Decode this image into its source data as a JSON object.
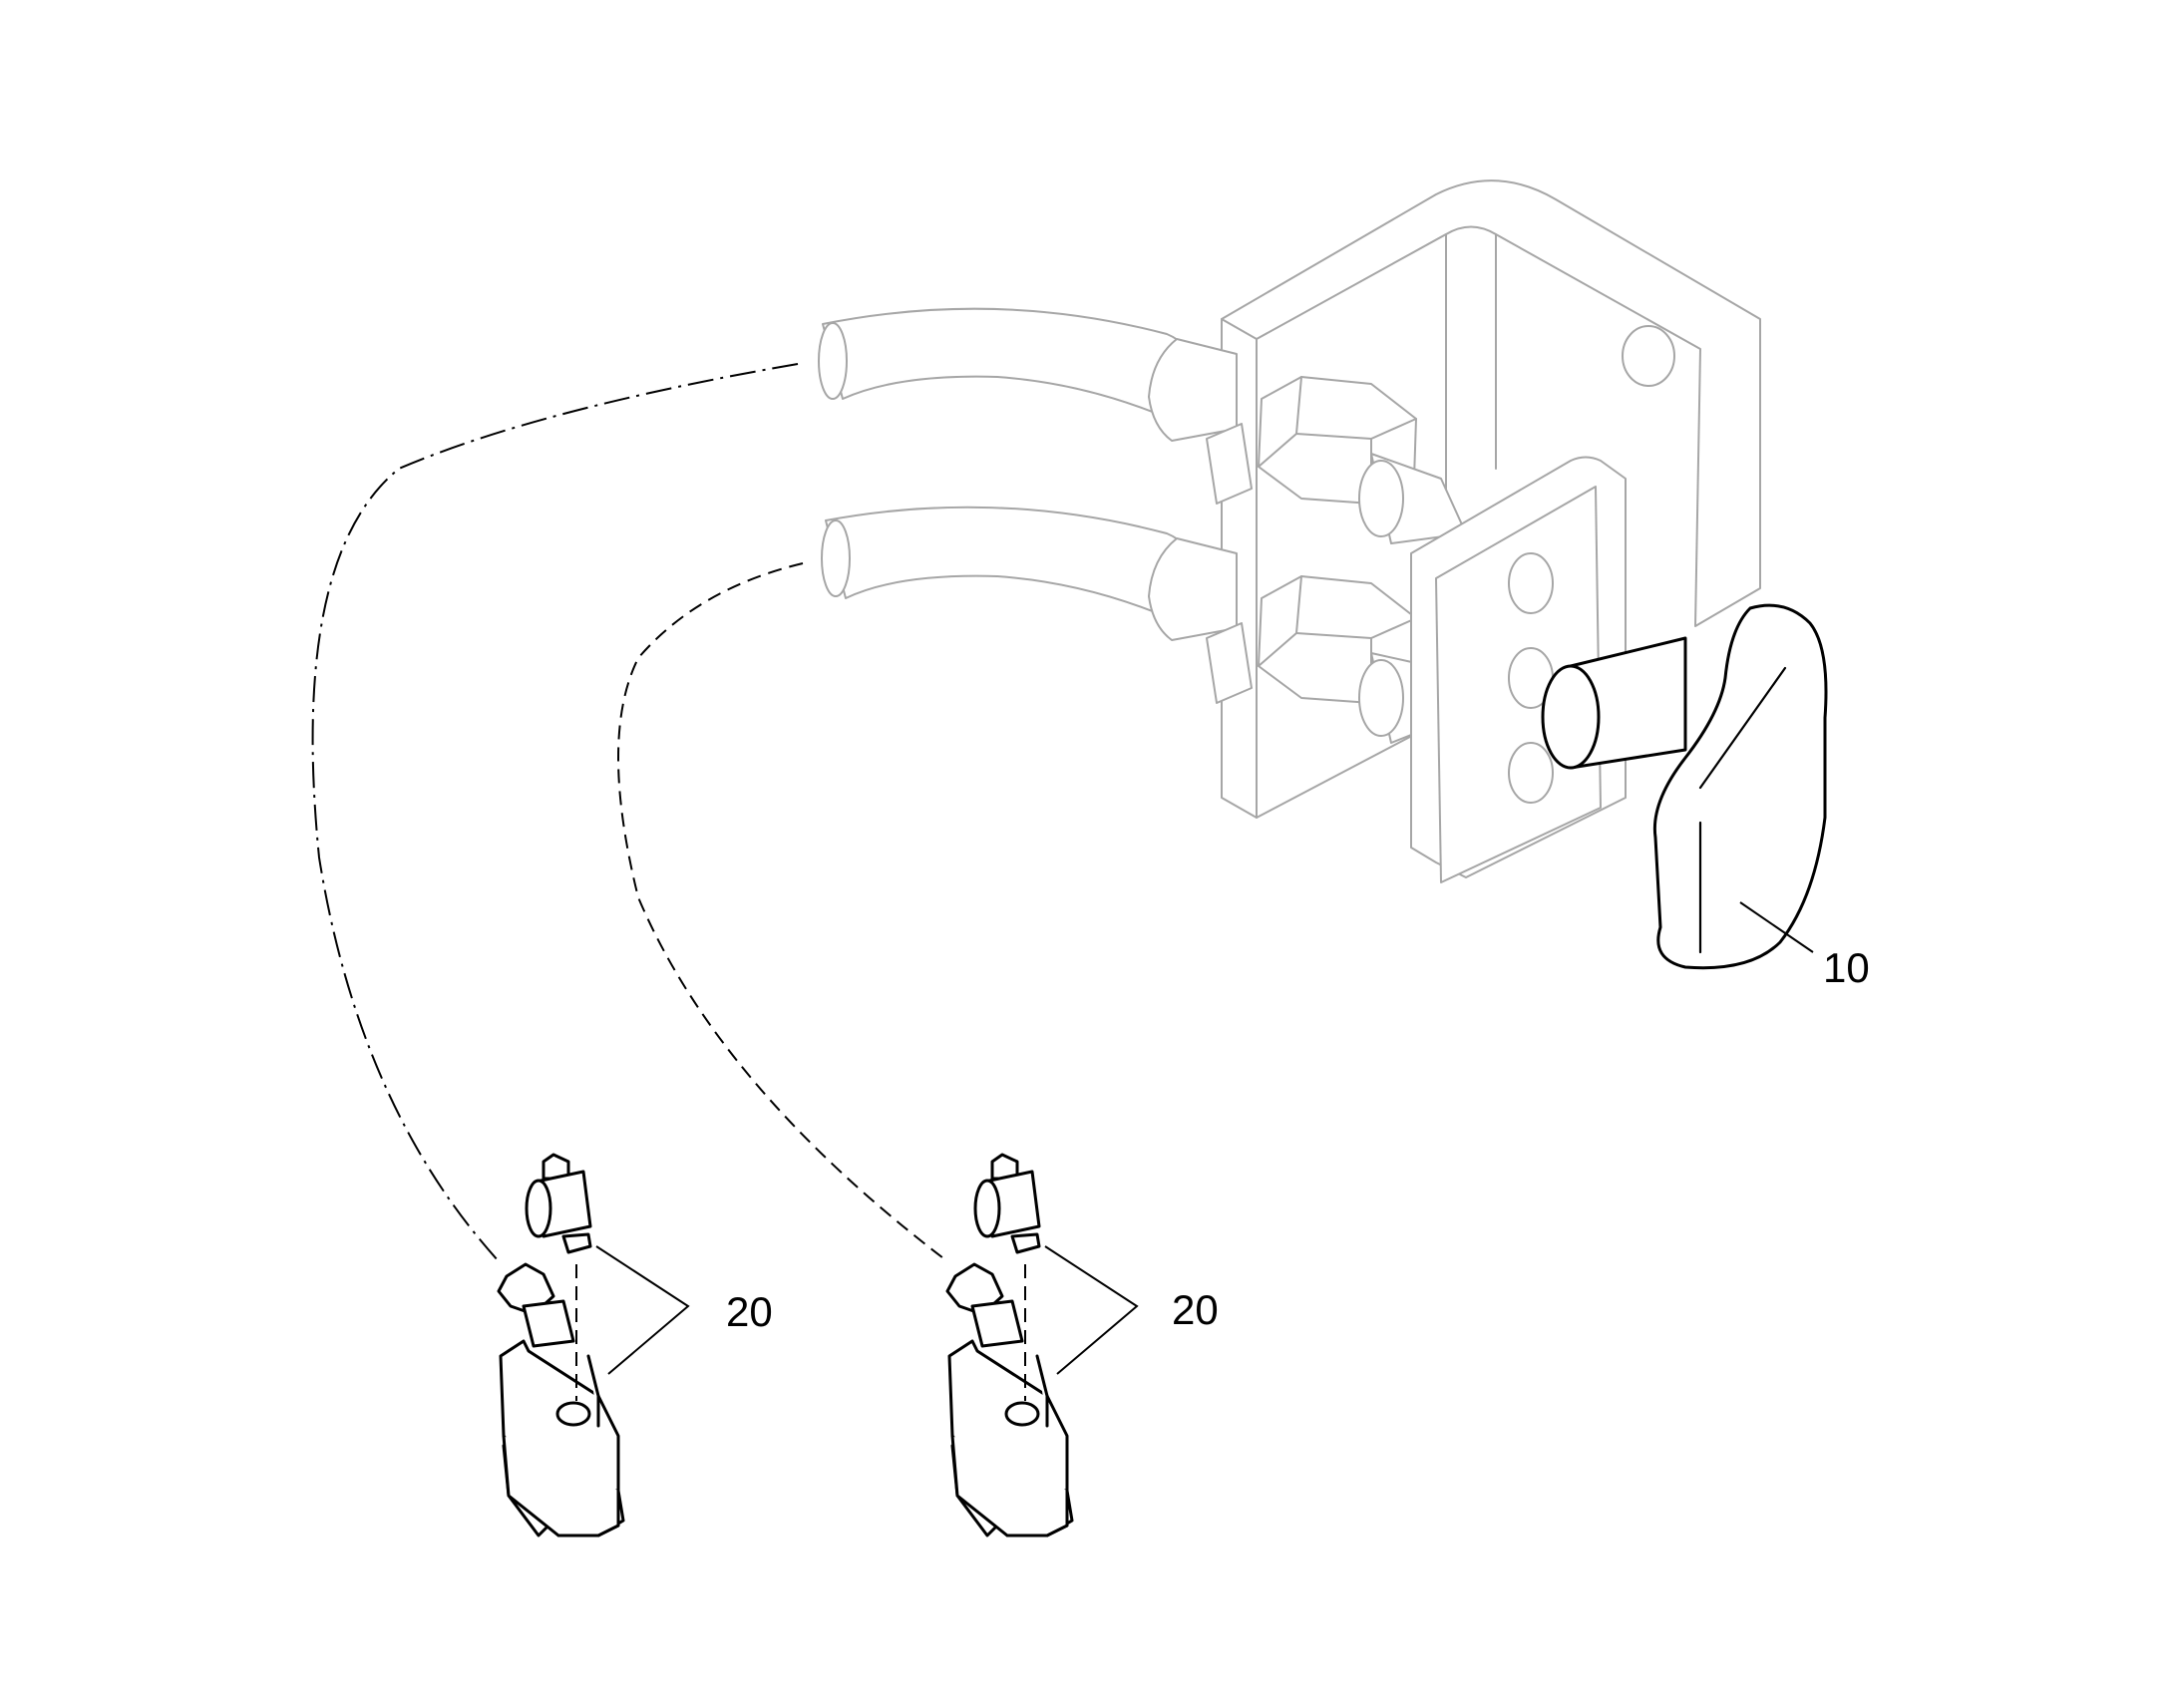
{
  "callouts": [
    {
      "label": "10"
    },
    {
      "label": "20"
    },
    {
      "label": "20"
    }
  ]
}
